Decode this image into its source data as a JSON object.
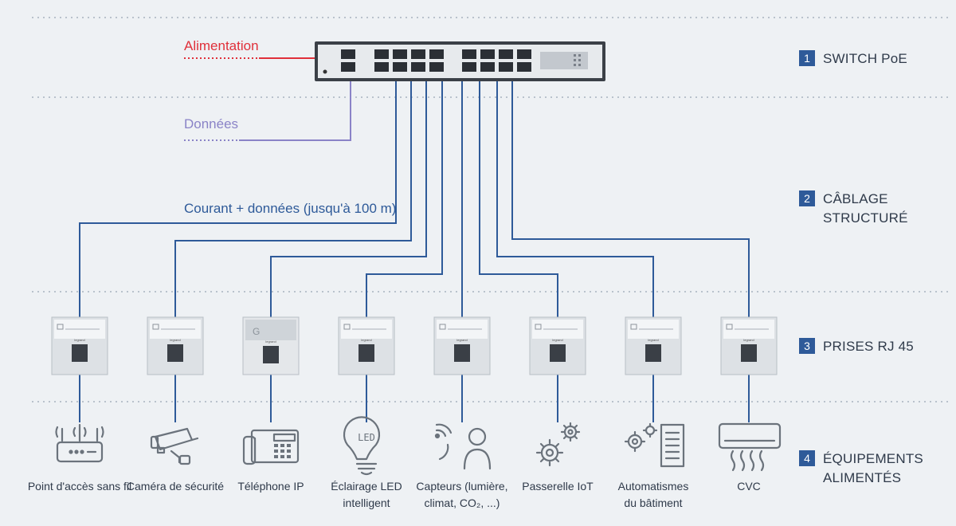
{
  "legend": {
    "power": "Alimentation",
    "data": "Données",
    "cable": "Courant + données (jusqu'à 100 m)"
  },
  "layers": [
    {
      "num": "1",
      "name": "SWITCH PoE"
    },
    {
      "num": "2",
      "name": "CÂBLAGE\nSTRUCTURÉ"
    },
    {
      "num": "3",
      "name": "PRISES RJ 45"
    },
    {
      "num": "4",
      "name": "ÉQUIPEMENTS\nALIMENTÉS"
    }
  ],
  "socket_brand": "legrand",
  "devices": [
    {
      "label": "Point d'accès sans fil",
      "icon": "wifi-router-icon"
    },
    {
      "label": "Caméra de sécurité",
      "icon": "security-camera-icon"
    },
    {
      "label": "Téléphone IP",
      "icon": "ip-phone-icon"
    },
    {
      "label": "Éclairage LED\nintelligent",
      "icon": "led-bulb-icon",
      "icon_text": "LED"
    },
    {
      "label": "Capteurs (lumière,\nclimat, CO₂, ...)",
      "icon": "sensor-person-icon"
    },
    {
      "label": "Passerelle IoT",
      "icon": "gears-icon"
    },
    {
      "label": "Automatismes\ndu bâtiment",
      "icon": "automation-icon"
    },
    {
      "label": "CVC",
      "icon": "air-conditioner-icon"
    }
  ],
  "colors": {
    "background": "#eef1f4",
    "power": "#e0303a",
    "data": "#8a83c7",
    "cable": "#2e5a99",
    "divider": "#b9c2cc",
    "icon": "#6b737c"
  }
}
